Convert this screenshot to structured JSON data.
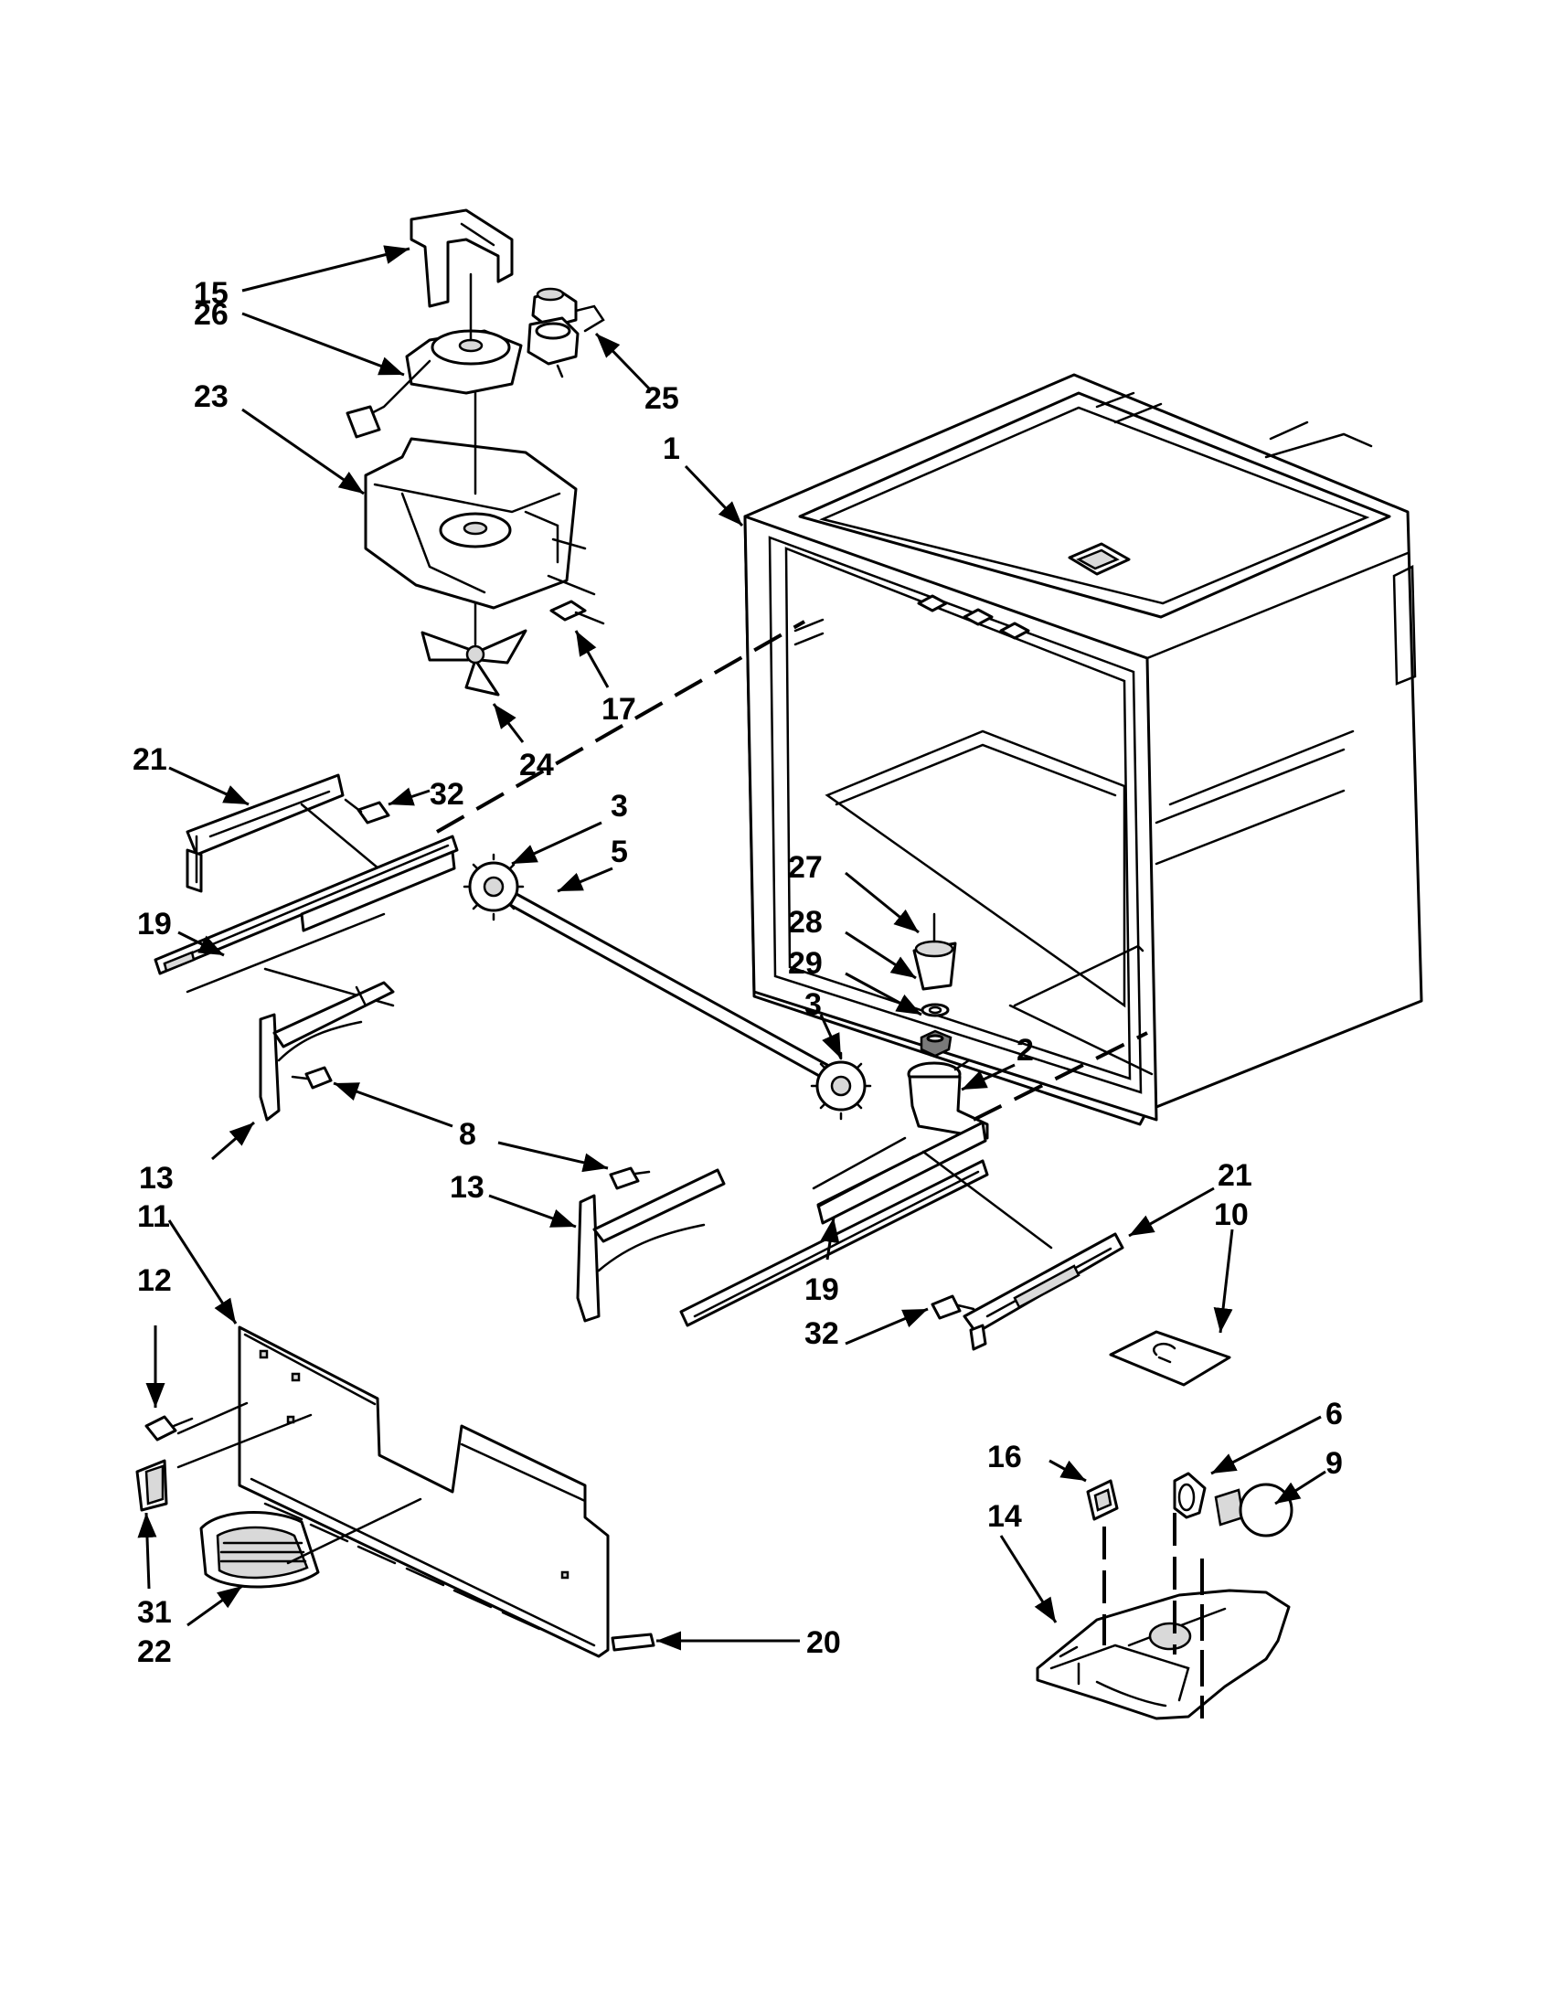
{
  "diagram": {
    "labels": {
      "l15": "15",
      "l26": "26",
      "l23": "23",
      "l25": "25",
      "l1": "1",
      "l17": "17",
      "l24": "24",
      "l21a": "21",
      "l32a": "32",
      "l3a": "3",
      "l5": "5",
      "l19a": "19",
      "l27": "27",
      "l28": "28",
      "l29": "29",
      "l3b": "3",
      "l2": "2",
      "l13a": "13",
      "l8": "8",
      "l13b": "13",
      "l21b": "21",
      "l10": "10",
      "l11": "11",
      "l12": "12",
      "l19b": "19",
      "l32b": "32",
      "l6": "6",
      "l9": "9",
      "l16": "16",
      "l14": "14",
      "l31": "31",
      "l22": "22",
      "l20": "20"
    }
  }
}
